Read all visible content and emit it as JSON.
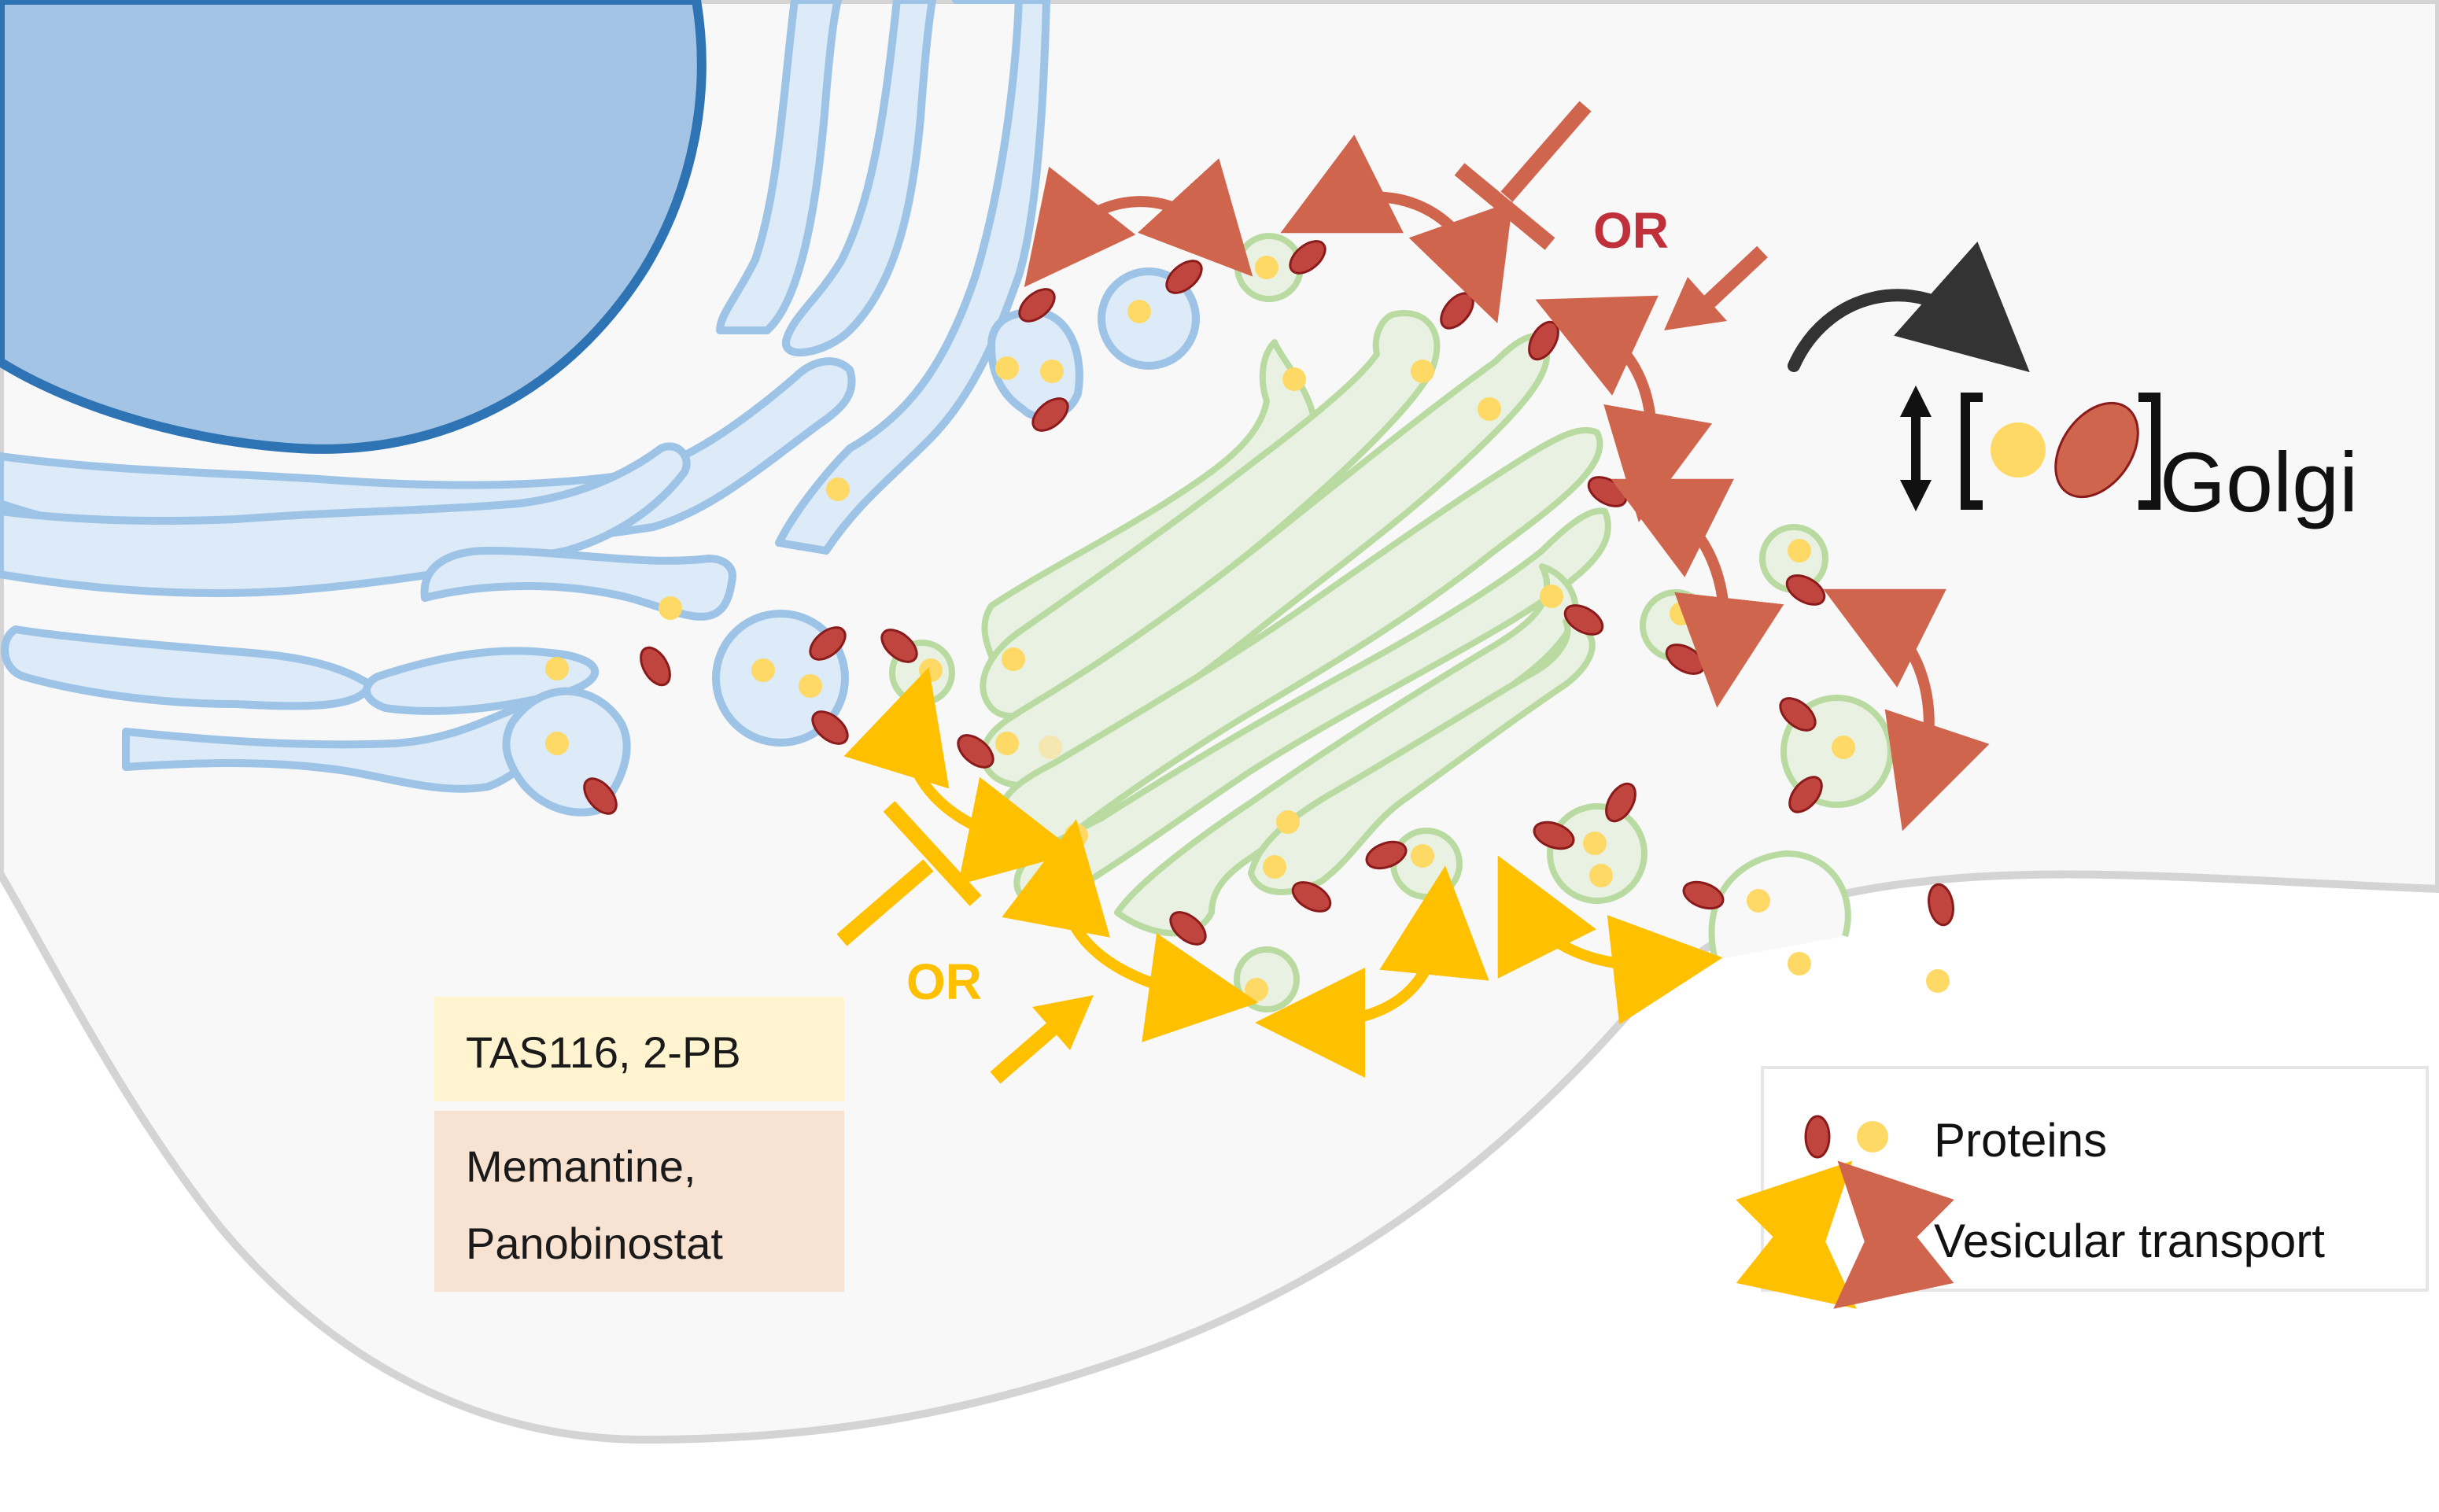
{
  "labels": {
    "or_top": "OR",
    "or_bottom": "OR",
    "golgi": "Golgi"
  },
  "drug_boxes": {
    "box1_line1": "TAS116, 2-PB",
    "box2_line1": "Memantine,",
    "box2_line2": "Panobinostat"
  },
  "legend": {
    "proteins": "Proteins",
    "vesicular_transport": "Vesicular transport"
  },
  "colors": {
    "nucleus_fill": "#a3c4e5",
    "nucleus_stroke": "#2e74b5",
    "er_fill": "#dcebf7",
    "er_stroke": "#9dc3e6",
    "golgi_fill": "#e9f1e3",
    "golgi_stroke": "#b9dba2",
    "red_arrow": "#d0654e",
    "yellow_arrow": "#ffc000",
    "protein_red": "#c0453f",
    "protein_yellow": "#ffd966",
    "or_red": "#c0303a",
    "or_yellow": "#ffc000",
    "box1_fill": "#fff4cf",
    "box2_fill": "#f8e2d1"
  },
  "icons": {
    "inhibit_symbol": "t-bar-inhibit-icon",
    "up_down": "up-down-arrow-icon",
    "curved": "curved-arrow-icon"
  }
}
